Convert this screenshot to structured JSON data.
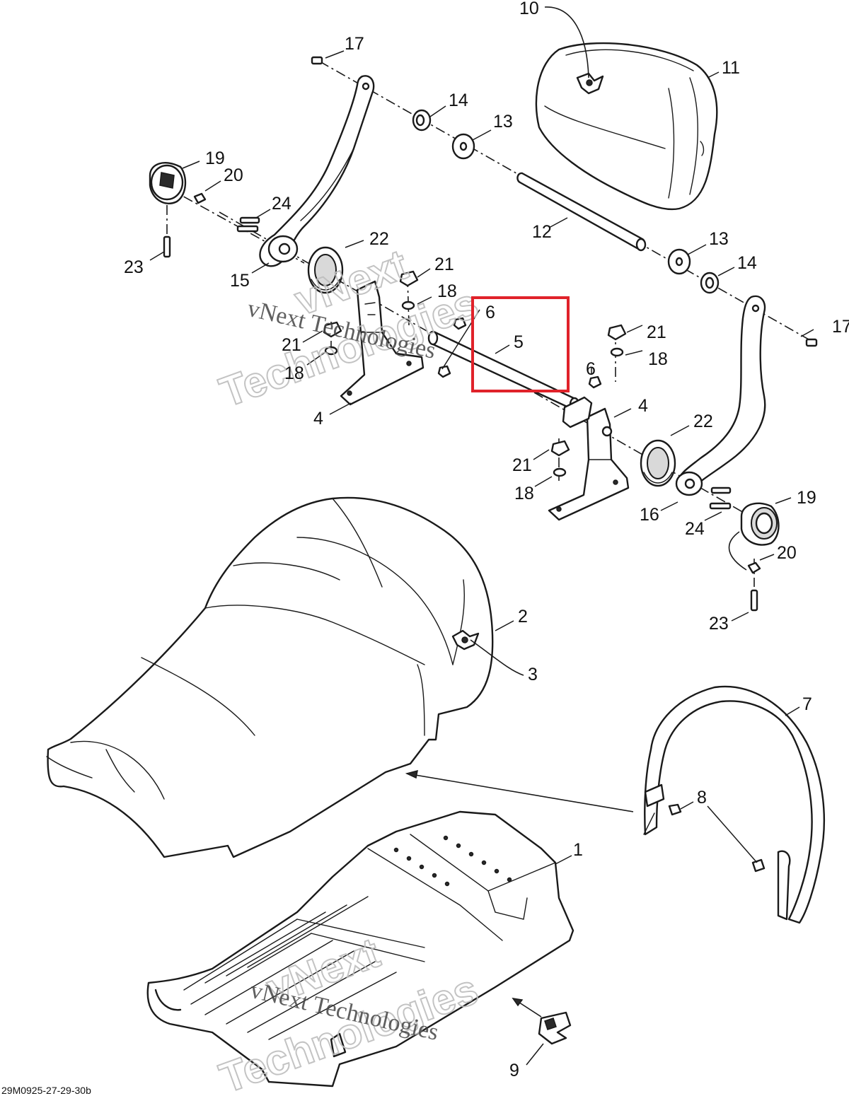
{
  "drawing_id": "29M0925-27-29-30b",
  "watermark": {
    "line1": "vNext Technologies",
    "line2": "vNext",
    "line3": "Technologies"
  },
  "callouts": {
    "c1": "1",
    "c2": "2",
    "c3": "3",
    "c4a": "4",
    "c4b": "4",
    "c5": "5",
    "c6a": "6",
    "c6b": "6",
    "c7": "7",
    "c8": "8",
    "c9": "9",
    "c10": "10",
    "c11": "11",
    "c12": "12",
    "c13a": "13",
    "c13b": "13",
    "c14a": "14",
    "c14b": "14",
    "c15": "15",
    "c16": "16",
    "c17a": "17",
    "c17b": "17",
    "c18a": "18",
    "c18b": "18",
    "c18c": "18",
    "c18d": "18",
    "c19a": "19",
    "c19b": "19",
    "c20a": "20",
    "c20b": "20",
    "c21a": "21",
    "c21b": "21",
    "c21c": "21",
    "c21d": "21",
    "c22a": "22",
    "c22b": "22",
    "c23a": "23",
    "c23b": "23",
    "c24a": "24",
    "c24b": "24"
  },
  "highlight": {
    "label": "5",
    "color": "#e0222a"
  }
}
